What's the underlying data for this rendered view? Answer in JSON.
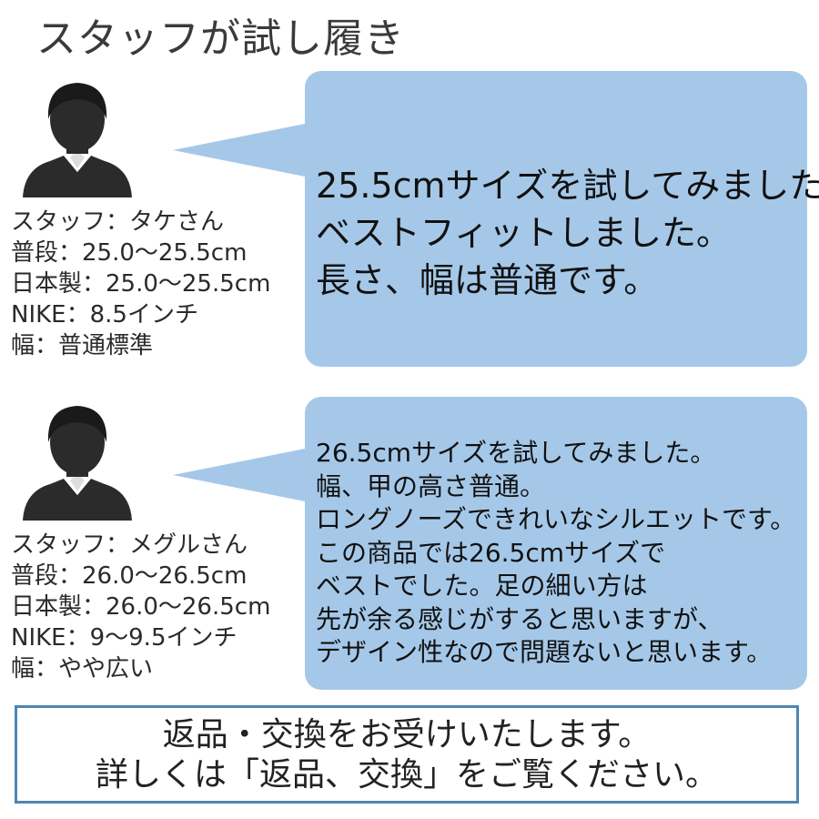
{
  "title": "スタッフが試し履き",
  "staff": [
    {
      "info": [
        "スタッフ：タケさん",
        "普段：25.0〜25.5cm",
        "日本製：25.0〜25.5cm",
        "NIKE：8.5インチ",
        "幅：普通標準"
      ],
      "comment": [
        "25.5cmサイズを試してみました。",
        "ベストフィットしました。",
        "長さ、幅は普通です。"
      ]
    },
    {
      "info": [
        "スタッフ：メグルさん",
        "普段：26.0〜26.5cm",
        "日本製：26.0〜26.5cm",
        "NIKE：9〜9.5インチ",
        "幅：やや広い"
      ],
      "comment": [
        "26.5cmサイズを試してみました。",
        "幅、甲の高さ普通。",
        "ロングノーズできれいなシルエットです。",
        "この商品では26.5cmサイズで",
        "ベストでした。足の細い方は",
        "先が余る感じがすると思いますが、",
        "デザイン性なので問題ないと思います。"
      ]
    }
  ],
  "notice": [
    "返品・交換をお受けいたします。",
    "詳しくは「返品、交換」をご覧ください。"
  ],
  "colors": {
    "bubble": "#a5c8e8",
    "notice_border": "#4e86b3",
    "avatar": "#2b2b2b"
  },
  "icons": {
    "avatar": "person-avatar-icon"
  }
}
